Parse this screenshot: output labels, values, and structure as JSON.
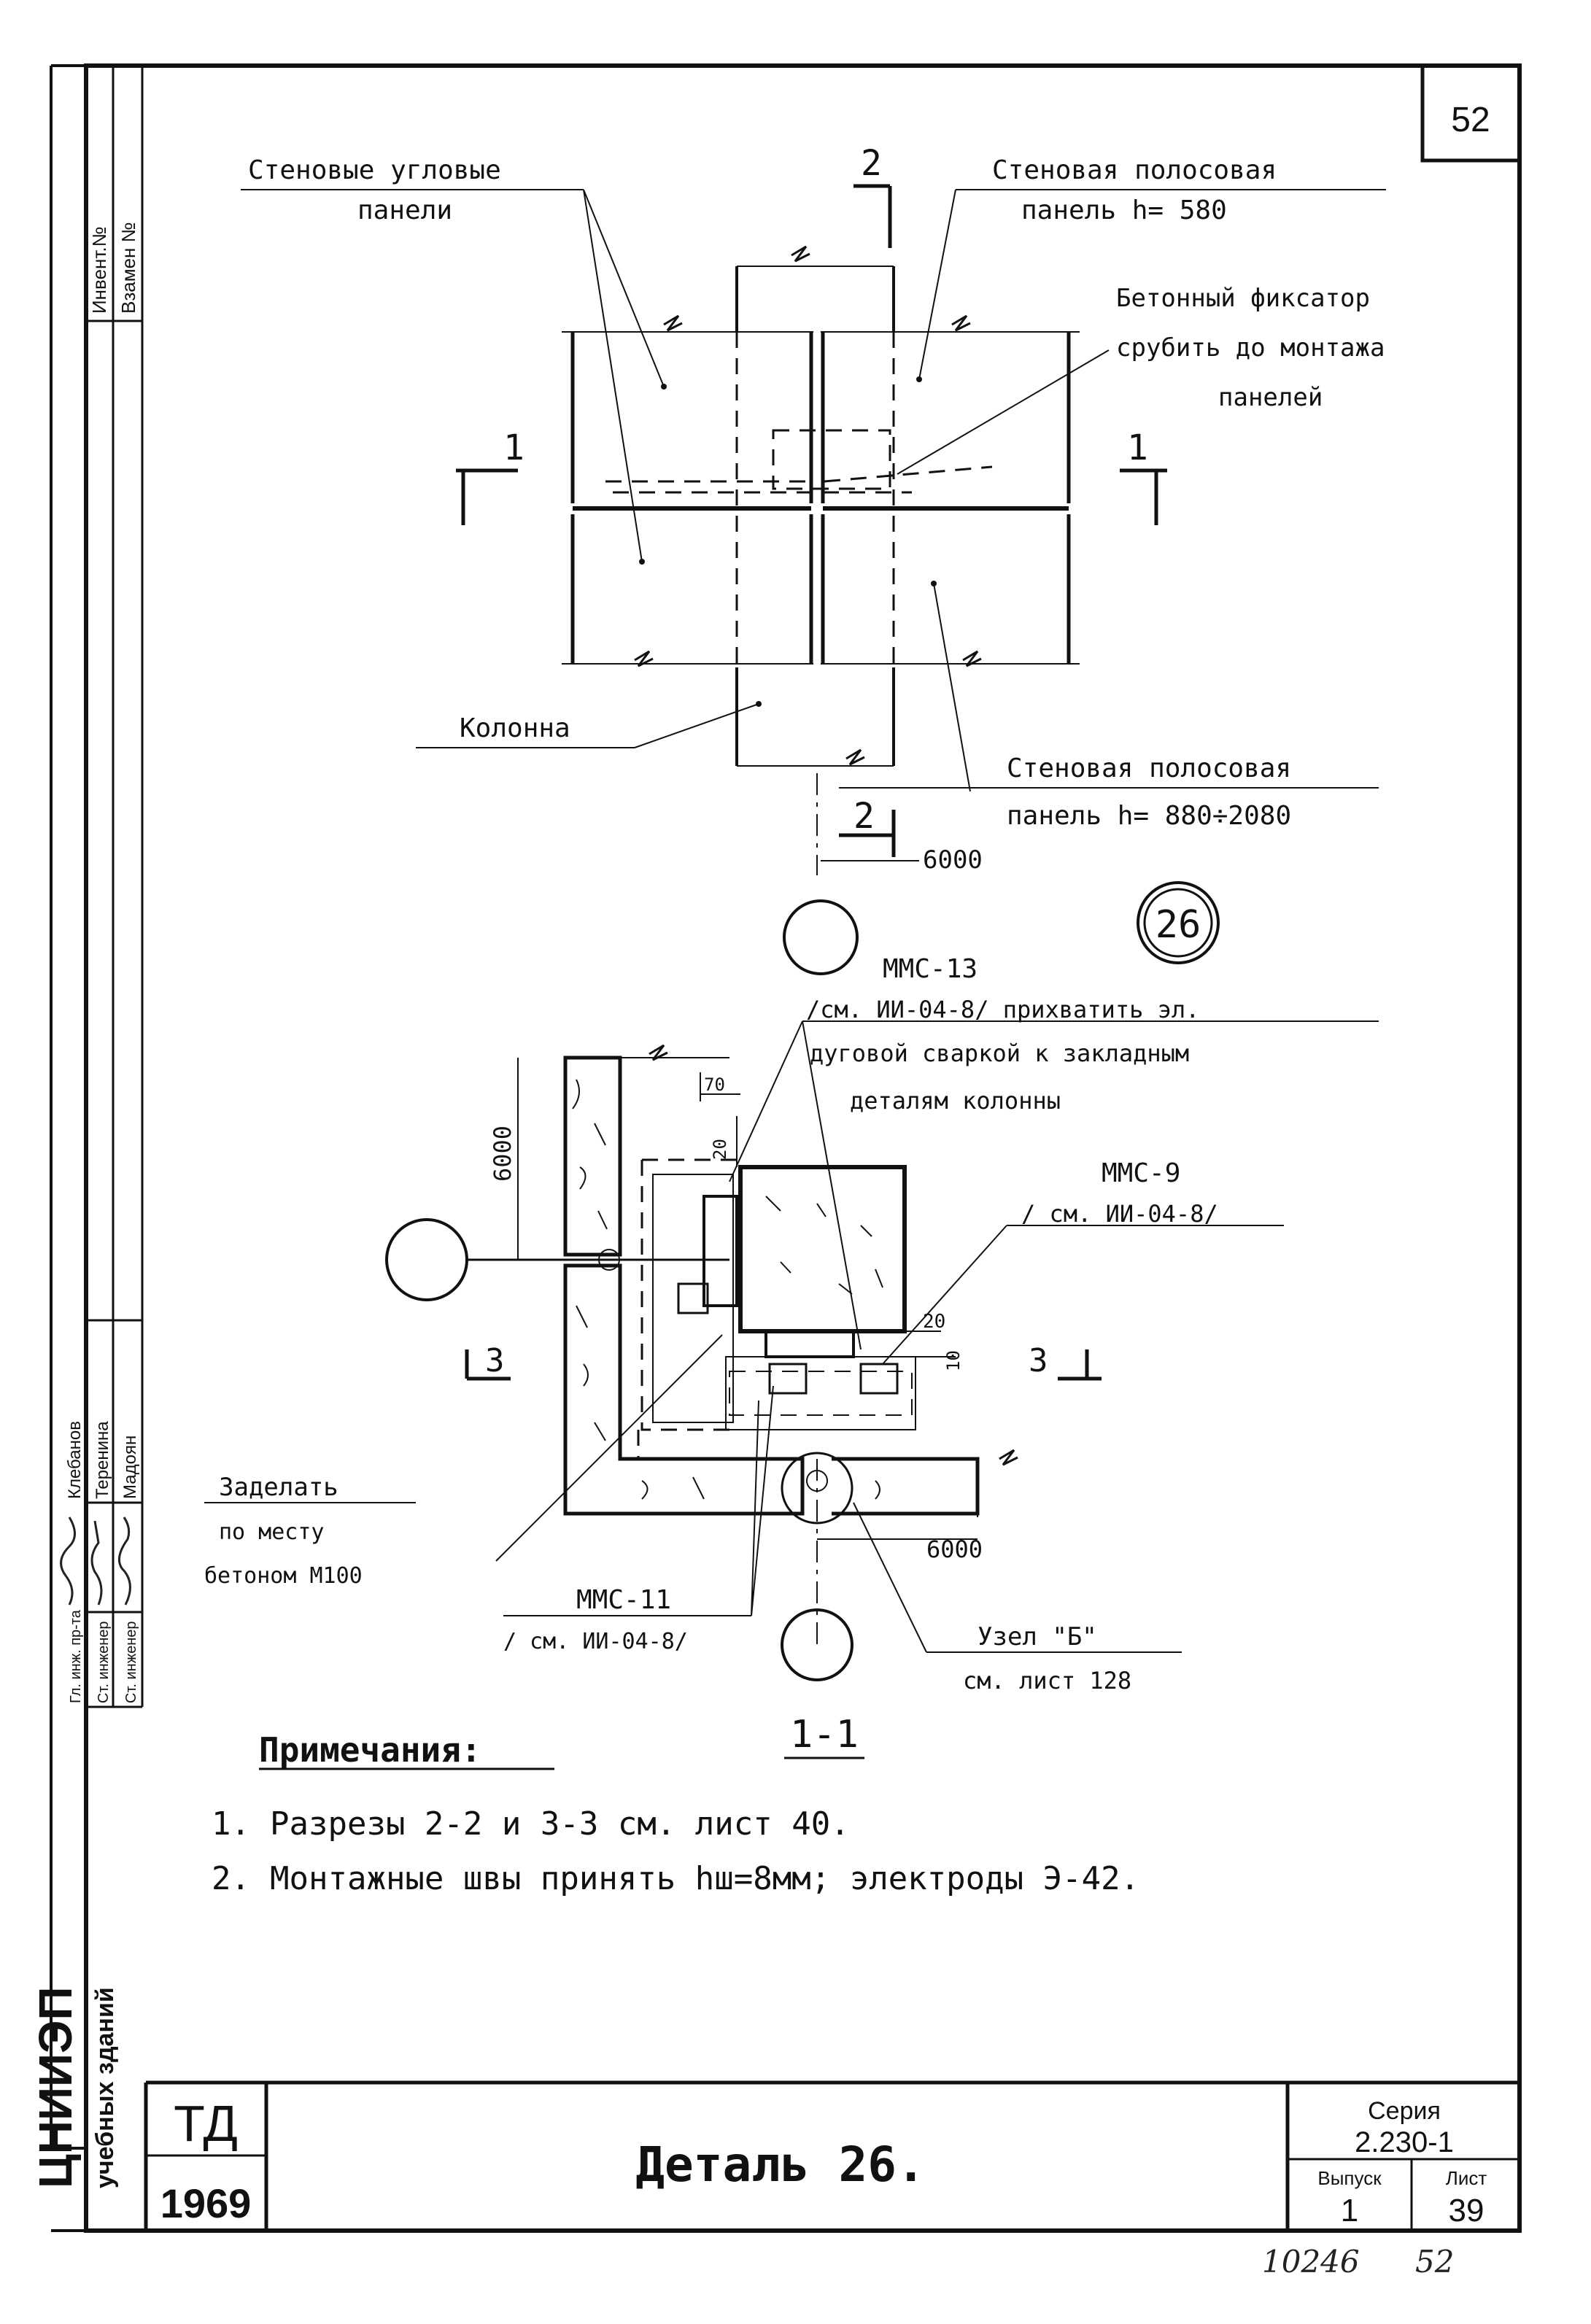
{
  "sheet": {
    "page_number": "52",
    "footer_numbers": [
      "10246",
      "52"
    ]
  },
  "plan_view": {
    "label_corner_panels": [
      "Стеновые угловые",
      "панели"
    ],
    "label_top_panel": [
      "Стеновая полосовая",
      "панель h= 580"
    ],
    "label_fixator": [
      "Бетонный фиксатор",
      "срубить до монтажа",
      "панелей"
    ],
    "label_column": "Колонна",
    "label_bottom_panel": [
      "Стеновая полосовая",
      "панель h= 880÷2080"
    ],
    "section_marks": {
      "left": "1",
      "right": "1",
      "top": "2",
      "bottom": "2"
    },
    "dim_6000": "6000"
  },
  "detail_marker": "26",
  "section_view": {
    "label_mmc13": [
      "ММС-13",
      "/см. ИИ-04-8/ прихватить эл.",
      "дуговой сваркой к закладным",
      "деталям колонны"
    ],
    "label_mmc9": [
      "ММС-9",
      "/ см. ИИ-04-8/"
    ],
    "label_fill": [
      "Заделать",
      "по месту",
      "бетоном М100"
    ],
    "label_mmc11": [
      "ММС-11",
      "/ см. ИИ-04-8/"
    ],
    "label_node": [
      "Узел \"Б\"",
      "см. лист 128"
    ],
    "dim_left_6000": "6000",
    "dim_bottom_6000": "6000",
    "dim_70": "70",
    "dim_20_top": "20",
    "dim_20_right": "20",
    "dim_10": "10",
    "section_marks": {
      "left": "3",
      "right": "3"
    },
    "title": "1-1"
  },
  "notes": {
    "heading": "Примечания:",
    "items": [
      {
        "num": "1.",
        "text": "Разрезы 2-2 и 3-3 см. лист 40."
      },
      {
        "num": "2.",
        "text": "Монтажные швы принять hш=8мм; электроды Э-42."
      }
    ]
  },
  "left_strip": {
    "top_cells": [
      "Инвент.№",
      "Взамен №"
    ],
    "roles": [
      "Гл. инж. пр-та",
      "Ст. инженер",
      "Ст. инженер"
    ],
    "names": [
      "Клебанов",
      "Теренина",
      "Мадоян"
    ],
    "org": [
      "ЦНИИЭП",
      "учебных зданий"
    ]
  },
  "title_block": {
    "logo": "ТД",
    "year": "1969",
    "title": "Деталь 26.",
    "series_label": "Серия",
    "series_value": "2.230-1",
    "issue_label": "Выпуск",
    "issue_value": "1",
    "sheet_label": "Лист",
    "sheet_value": "39"
  }
}
